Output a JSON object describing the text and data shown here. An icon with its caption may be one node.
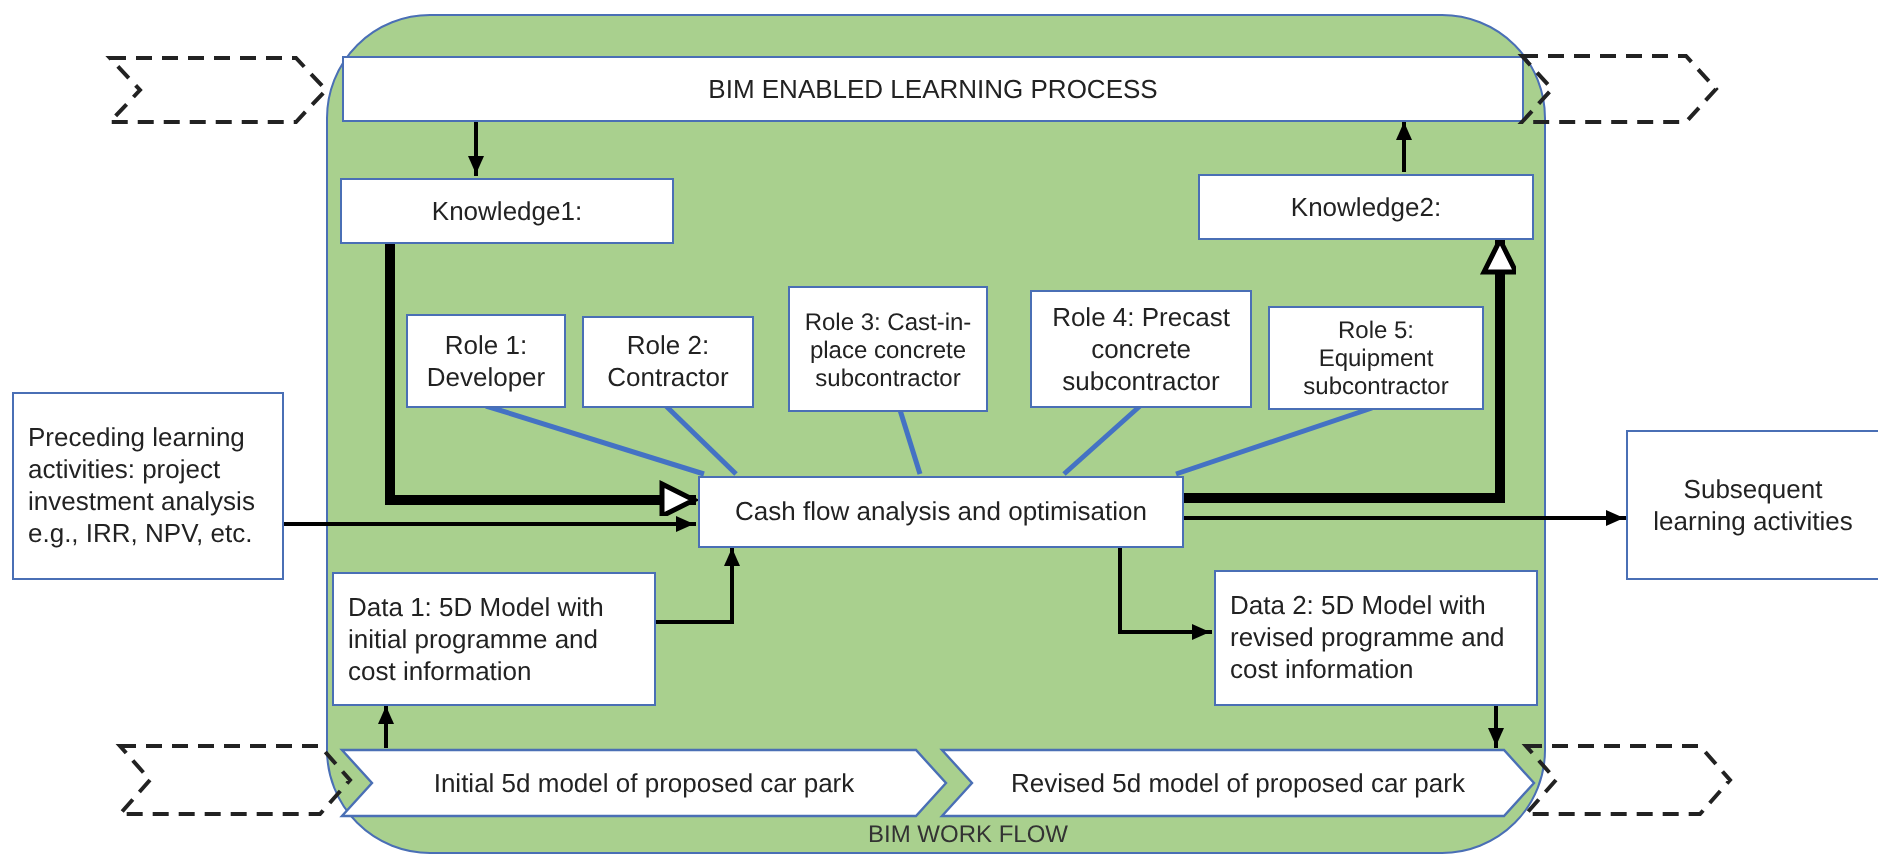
{
  "diagram": {
    "nodes": [
      {
        "text": [
          "BIM WORK FLOW"
        ]
      },
      {
        "text": [
          "BIM ENABLED LEARNING PROCESS"
        ],
        "in": 0
      },
      {
        "text": [
          "Knowledge1:"
        ],
        "in": 0
      },
      {
        "text": [
          "Knowledge2:"
        ],
        "in": 0
      },
      {
        "text": [
          "Role 1: Developer"
        ],
        "in": 0
      },
      {
        "text": [
          "Role 2: Contractor"
        ],
        "in": 0
      },
      {
        "text": [
          "Role 3: Cast-in-place concrete subcontractor"
        ],
        "in": 0
      },
      {
        "text": [
          "Role 4: Precast concrete subcontractor"
        ],
        "in": 0
      },
      {
        "text": [
          "Role 5: Equipment subcontractor"
        ],
        "in": 0
      },
      {
        "text": [
          "Cash flow analysis and optimisation"
        ],
        "in": 0
      },
      {
        "text": [
          "Preceding learning activities: project investment analysis e.g., IRR, NPV, etc."
        ]
      },
      {
        "text": [
          "Data 1: 5D Model with initial programme and cost information"
        ],
        "in": 0
      },
      {
        "text": [
          "Data 2: 5D Model with revised programme and cost information"
        ],
        "in": 0
      },
      {
        "text": [
          "Subsequent learning activities"
        ]
      },
      {
        "text": [
          "Initial 5d model of proposed car park"
        ],
        "in": 0
      },
      {
        "text": [
          "Revised 5d model of proposed car park"
        ],
        "in": 0
      },
      {
        "text": [],
        "shape": "chevron"
      },
      {
        "text": [],
        "shape": "chevron"
      },
      {
        "text": [],
        "shape": "chevron"
      },
      {
        "text": [],
        "shape": "chevron"
      }
    ],
    "edges": [
      {
        "from": 1,
        "to": 2,
        "arrow": "to"
      },
      {
        "from": 3,
        "to": 1,
        "arrow": "to"
      },
      {
        "from": 2,
        "to": 9,
        "arrow": "to",
        "style": "thick"
      },
      {
        "from": 9,
        "to": 3,
        "arrow": "to",
        "style": "thick"
      },
      {
        "from": 4,
        "to": 9,
        "arrow": "none",
        "color": "#4472c4"
      },
      {
        "from": 5,
        "to": 9,
        "arrow": "none",
        "color": "#4472c4"
      },
      {
        "from": 6,
        "to": 9,
        "arrow": "none",
        "color": "#4472c4"
      },
      {
        "from": 7,
        "to": 9,
        "arrow": "none",
        "color": "#4472c4"
      },
      {
        "from": 8,
        "to": 9,
        "arrow": "none",
        "color": "#4472c4"
      },
      {
        "from": 10,
        "to": 9,
        "arrow": "to"
      },
      {
        "from": 11,
        "to": 9,
        "arrow": "to"
      },
      {
        "from": 9,
        "to": 12,
        "arrow": "to"
      },
      {
        "from": 9,
        "to": 13,
        "arrow": "to"
      },
      {
        "from": 14,
        "to": 11,
        "arrow": "to"
      },
      {
        "from": 12,
        "to": 15,
        "arrow": "to"
      }
    ]
  }
}
